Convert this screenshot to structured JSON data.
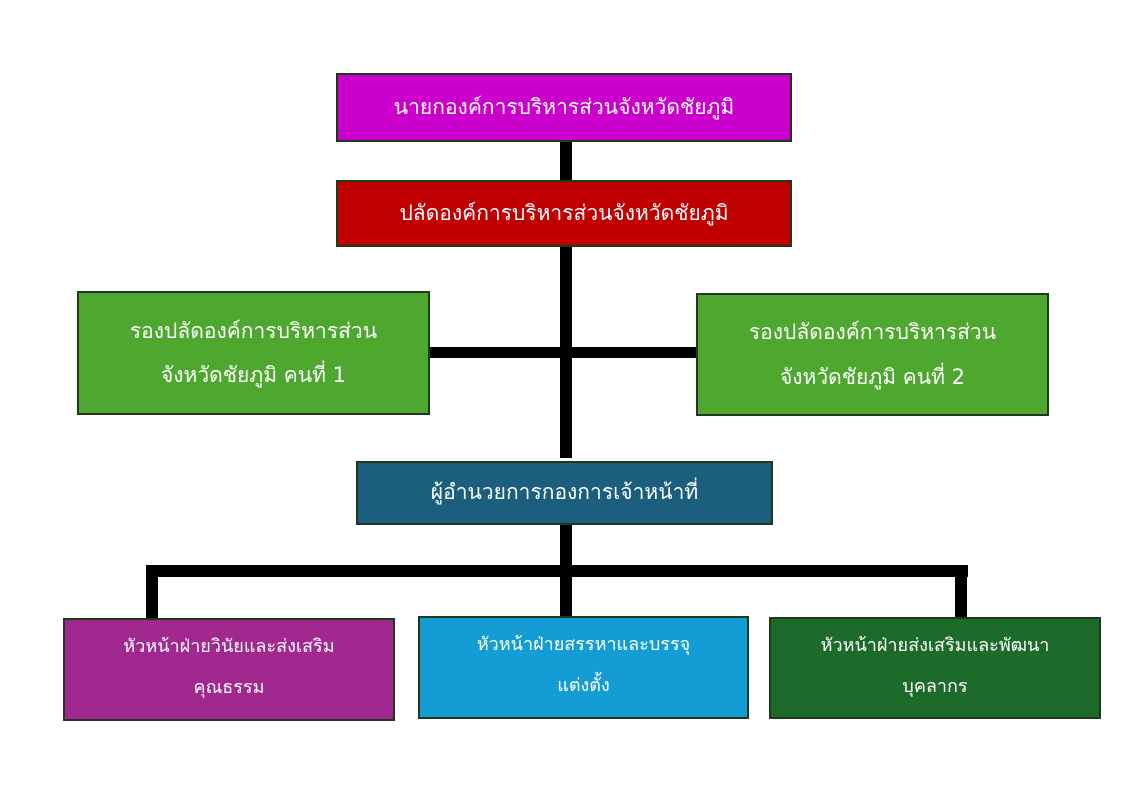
{
  "boxes": {
    "chief_executive": {
      "lines": [
        "นายกองค์การบริหารส่วนจังหวัดชัยภูมิ"
      ],
      "color": "#cc00cc"
    },
    "permanent_secretary": {
      "lines": [
        "ปลัดองค์การบริหารส่วนจังหวัดชัยภูมิ"
      ],
      "color": "#c00000"
    },
    "deputy_1": {
      "lines": [
        "รองปลัดองค์การบริหารส่วน",
        "จังหวัดชัยภูมิ คนที่ 1"
      ],
      "color": "#4ea72e"
    },
    "deputy_2": {
      "lines": [
        "รองปลัดองค์การบริหารส่วน",
        "จังหวัดชัยภูมิ คนที่ 2"
      ],
      "color": "#4ea72e"
    },
    "hr_director": {
      "lines": [
        "ผู้อำนวยการกองการเจ้าหน้าที่"
      ],
      "color": "#1b5e7e"
    },
    "discipline_section": {
      "lines": [
        "หัวหน้าฝ่ายวินัยและส่งเสริม",
        "คุณธรรม"
      ],
      "color": "#a0288f"
    },
    "recruitment_section": {
      "lines": [
        "หัวหน้าฝ่ายสรรหาและบรรจุ",
        "แต่งตั้ง"
      ],
      "color": "#149dd4"
    },
    "development_section": {
      "lines": [
        "หัวหน้าฝ่ายส่งเสริมและพัฒนา",
        "บุคลากร"
      ],
      "color": "#1d6b2a"
    }
  }
}
